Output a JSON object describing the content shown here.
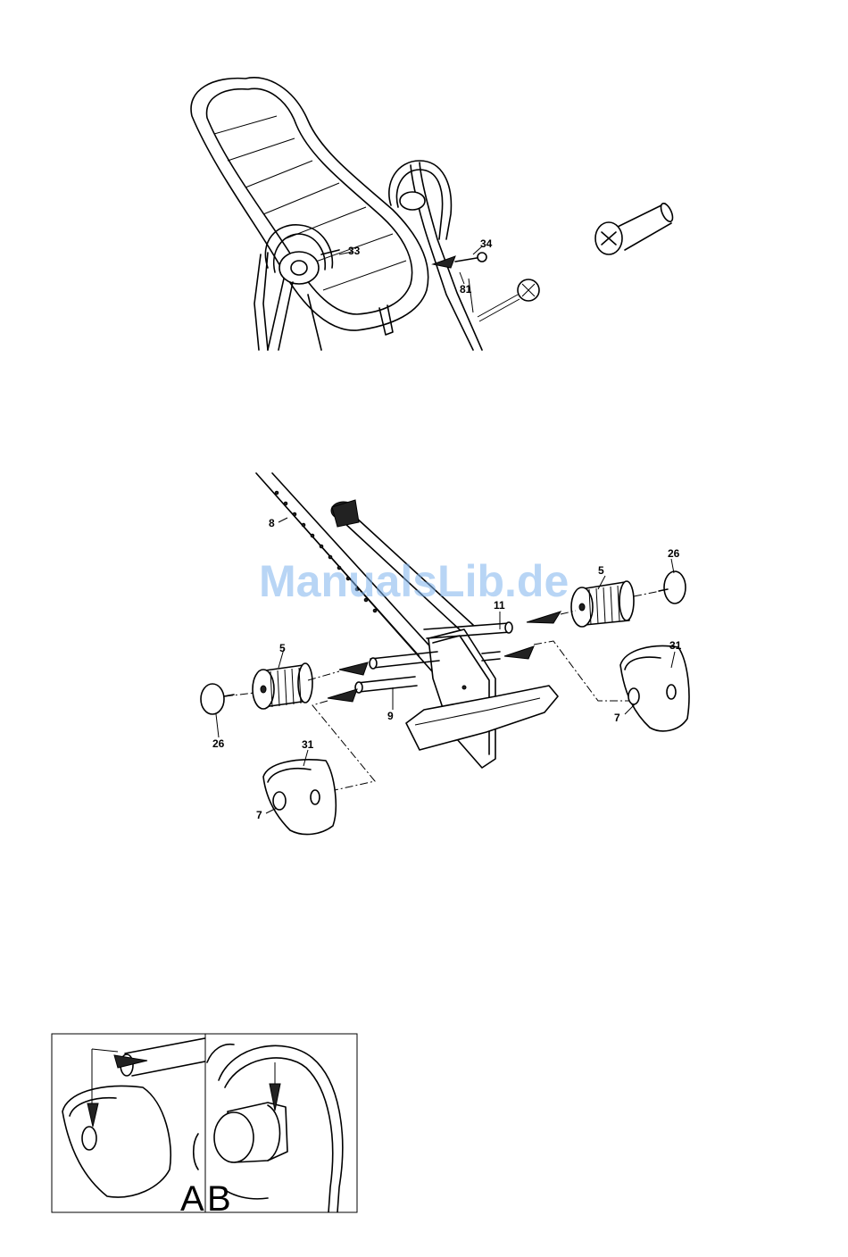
{
  "watermark": "ManualsLib.de",
  "top_diagram": {
    "callouts": [
      "33",
      "34",
      "81"
    ]
  },
  "middle_diagram": {
    "callouts": [
      "8",
      "11",
      "5",
      "26",
      "31",
      "7",
      "9",
      "5",
      "26",
      "31",
      "7"
    ]
  },
  "bottom_diagram": {
    "panel_a_label": "A",
    "panel_b_label": "B"
  }
}
